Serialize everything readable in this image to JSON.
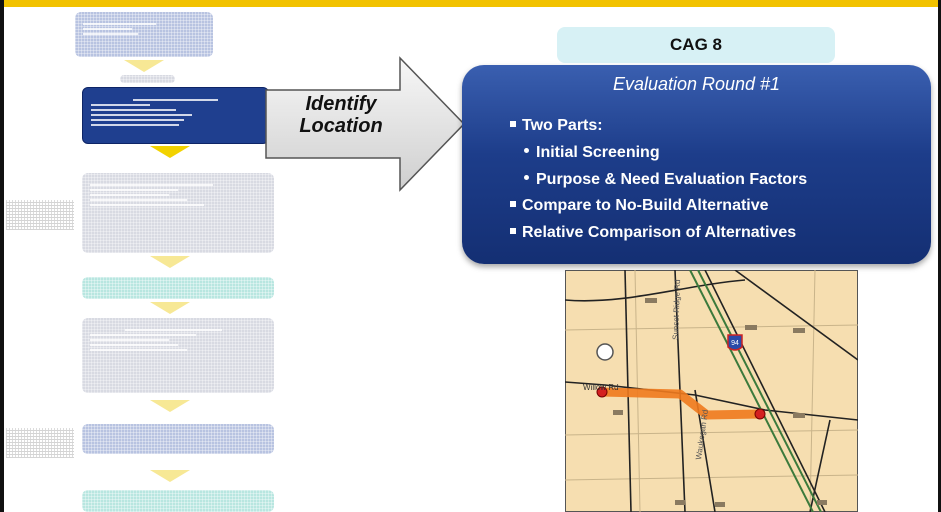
{
  "callout": {
    "text_line1": "Identify",
    "text_line2": "Location"
  },
  "cag_label": "CAG 8",
  "panel": {
    "title": "Evaluation Round #1",
    "items": [
      {
        "text": "Two Parts:",
        "level": 1
      },
      {
        "text": "Initial Screening",
        "level": 2
      },
      {
        "text": "Purpose & Need Evaluation Factors",
        "level": 2
      },
      {
        "text": "Compare to No-Build Alternative",
        "level": 1
      },
      {
        "text": "Relative Comparison of Alternatives",
        "level": 1
      }
    ]
  },
  "map": {
    "labels": [
      "Sunset Ridge Rd",
      "Willow Rd",
      "Waukegan Rd",
      "94"
    ]
  },
  "colors": {
    "accent_bar": "#f2c200",
    "panel_blue": "#1d3d8a",
    "route_orange": "#f07a1e",
    "map_bg": "#f6deb0"
  }
}
